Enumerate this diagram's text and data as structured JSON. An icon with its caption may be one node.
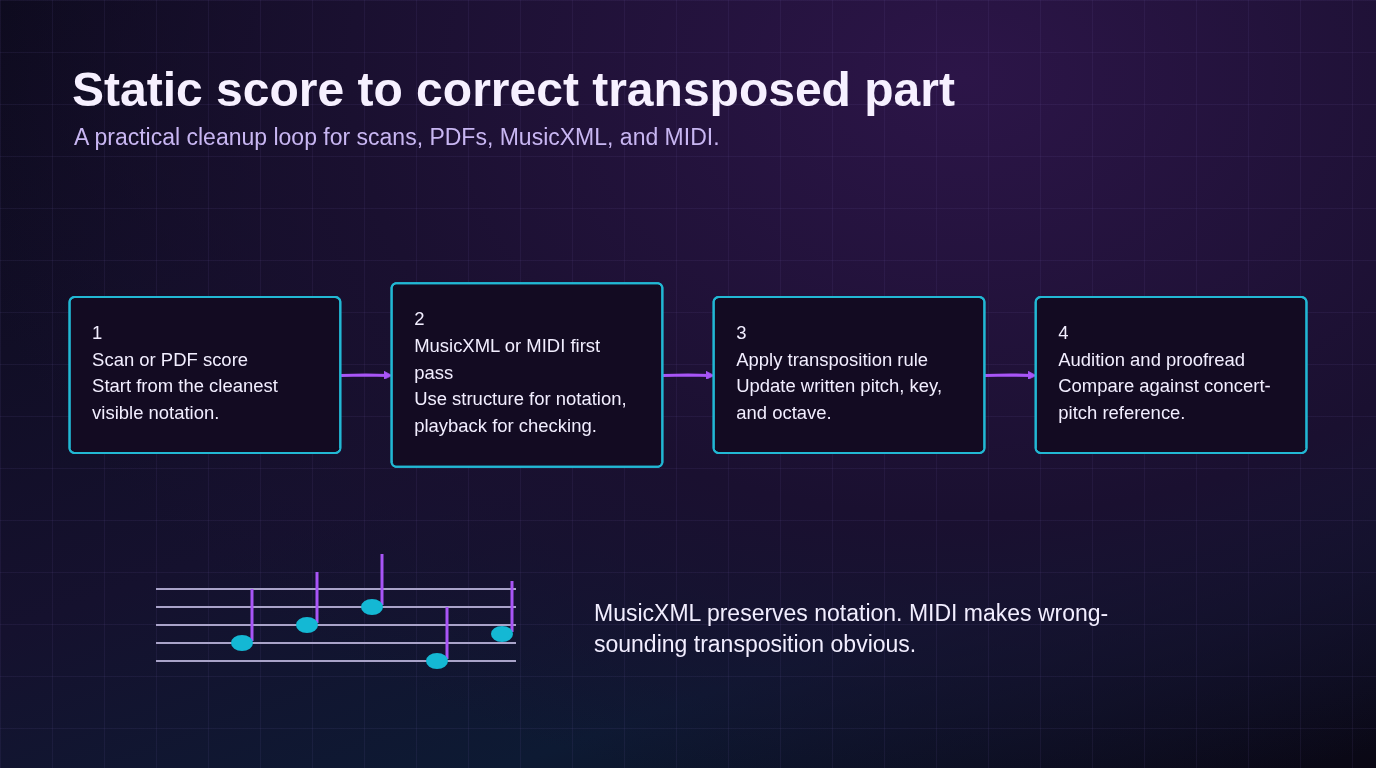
{
  "diagram": {
    "title": "Static score to correct transposed part",
    "caption": "A practical cleanup loop for scans, PDFs, MusicXML, and MIDI.",
    "nodes": [
      {
        "text": [
          "1",
          "Scan or PDF score",
          "Start from the cleanest visible notation."
        ]
      },
      {
        "text": [
          "2",
          "MusicXML or MIDI first pass",
          "Use structure for notation, playback for checking."
        ]
      },
      {
        "text": [
          "3",
          "Apply transposition rule",
          "Update written pitch, key, and octave."
        ]
      },
      {
        "text": [
          "4",
          "Audition and proofread",
          "Compare against concert-pitch reference."
        ]
      }
    ],
    "edges": [
      {
        "from": 0,
        "to": 1,
        "arrow": "to"
      },
      {
        "from": 1,
        "to": 2,
        "arrow": "to"
      },
      {
        "from": 2,
        "to": 3,
        "arrow": "to"
      }
    ],
    "labels": [
      "MusicXML preserves notation. MIDI makes wrong-sounding transposition obvious."
    ]
  }
}
